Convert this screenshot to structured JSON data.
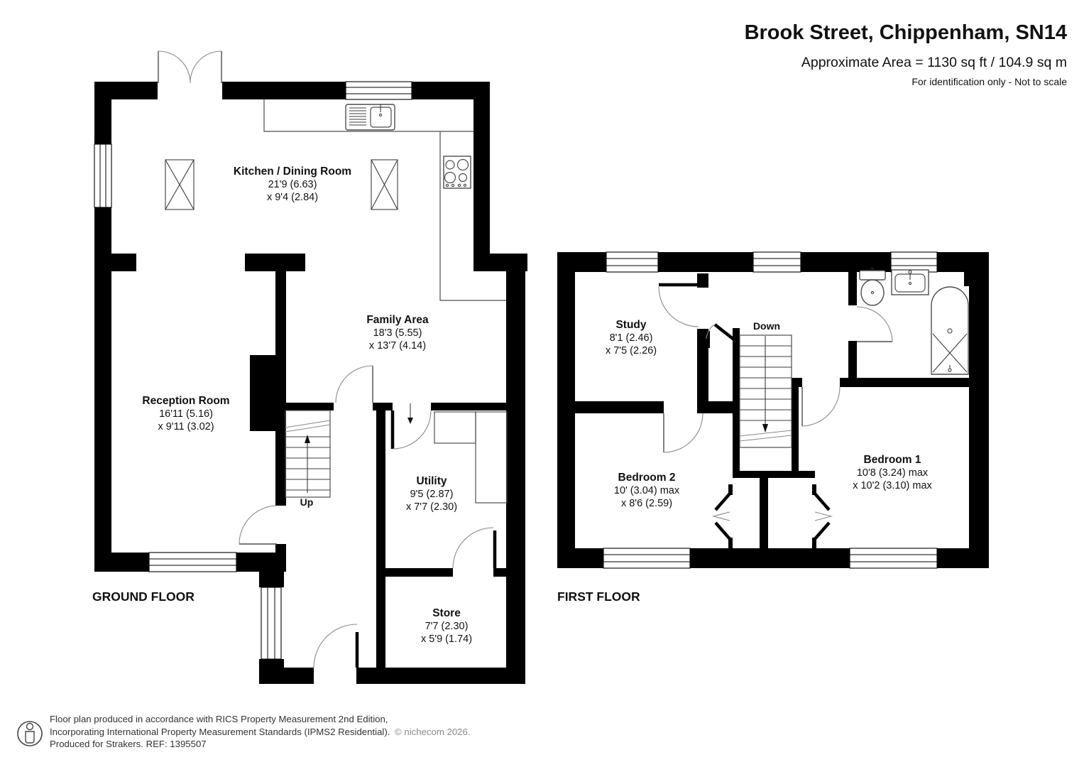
{
  "header": {
    "title": "Brook Street, Chippenham, SN14",
    "area": "Approximate Area = 1130 sq ft / 104.9 sq m",
    "note": "For identification only - Not to scale"
  },
  "floor_labels": {
    "ground": "GROUND FLOOR",
    "first": "FIRST FLOOR"
  },
  "stairs": {
    "up": "Up",
    "down": "Down"
  },
  "rooms": {
    "kitchen": {
      "name": "Kitchen / Dining Room",
      "dim1": "21'9 (6.63)",
      "dim2": "x 9'4 (2.84)"
    },
    "family": {
      "name": "Family Area",
      "dim1": "18'3 (5.55)",
      "dim2": "x 13'7 (4.14)"
    },
    "reception": {
      "name": "Reception Room",
      "dim1": "16'11 (5.16)",
      "dim2": "x 9'11 (3.02)"
    },
    "utility": {
      "name": "Utility",
      "dim1": "9'5 (2.87)",
      "dim2": "x 7'7 (2.30)"
    },
    "store": {
      "name": "Store",
      "dim1": "7'7 (2.30)",
      "dim2": "x 5'9 (1.74)"
    },
    "study": {
      "name": "Study",
      "dim1": "8'1 (2.46)",
      "dim2": "x 7'5 (2.26)"
    },
    "bedroom2": {
      "name": "Bedroom 2",
      "dim1": "10' (3.04) max",
      "dim2": "x 8'6 (2.59)"
    },
    "bedroom1": {
      "name": "Bedroom 1",
      "dim1": "10'8 (3.24) max",
      "dim2": "x 10'2 (3.10) max"
    }
  },
  "footer": {
    "line1": "Floor plan produced in accordance with RICS Property Measurement 2nd Edition,",
    "line2": "Incorporating International Property Measurement Standards (IPMS2 Residential).",
    "line3": "Produced for Strakers.   REF: 1395507",
    "copyright": "© nichecom 2026."
  },
  "colors": {
    "wall": "#000000",
    "background": "#ffffff",
    "thin_line": "#4d4d4d",
    "text": "#111111"
  }
}
